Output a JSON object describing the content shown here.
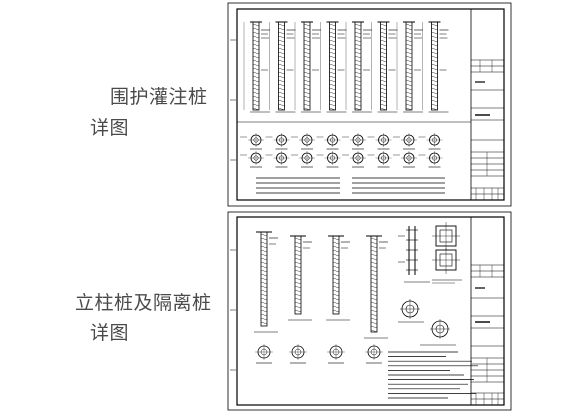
{
  "captions": {
    "sheet1_title_line1": "围护灌注桩",
    "sheet1_title_line2": "详图",
    "sheet2_title_line1": "立柱桩及隔离桩",
    "sheet2_title_line2": "详图"
  },
  "colors": {
    "background": "#ffffff",
    "ink": "#000000",
    "caption": "#4a4a4a"
  }
}
